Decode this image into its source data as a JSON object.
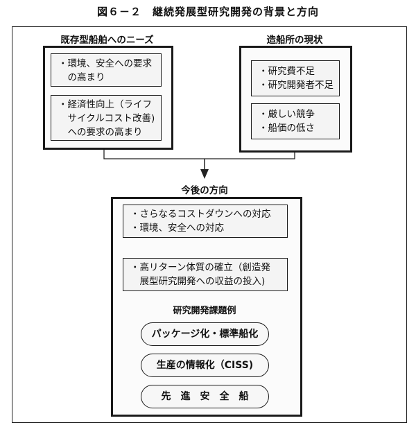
{
  "title": "図６－２　継続発展型研究開発の背景と方向",
  "left_panel": {
    "heading": "既存型船舶へのニーズ",
    "boxes": [
      [
        "・環境、安全への要求",
        "　の高まり"
      ],
      [
        "・経済性向上（ライフ",
        "　サイクルコスト改善)",
        "　への要求の高まり"
      ]
    ]
  },
  "right_panel": {
    "heading": "造船所の現状",
    "boxes": [
      [
        "・研究費不足",
        "・研究開発者不足"
      ],
      [
        "・厳しい競争",
        "・船価の低さ"
      ]
    ]
  },
  "bottom_panel": {
    "heading": "今後の方向",
    "boxes": [
      [
        "・さらなるコストダウンへの対応",
        "・環境、安全への対応"
      ],
      [
        "・高リターン体質の確立（創造発",
        "　展型研究開発への収益の投入)"
      ]
    ],
    "examples_heading": "研究開発課題例",
    "examples": [
      "パッケージ化・標準船化",
      "生産の情報化（CISS)",
      "先　進　安　全　船"
    ]
  }
}
